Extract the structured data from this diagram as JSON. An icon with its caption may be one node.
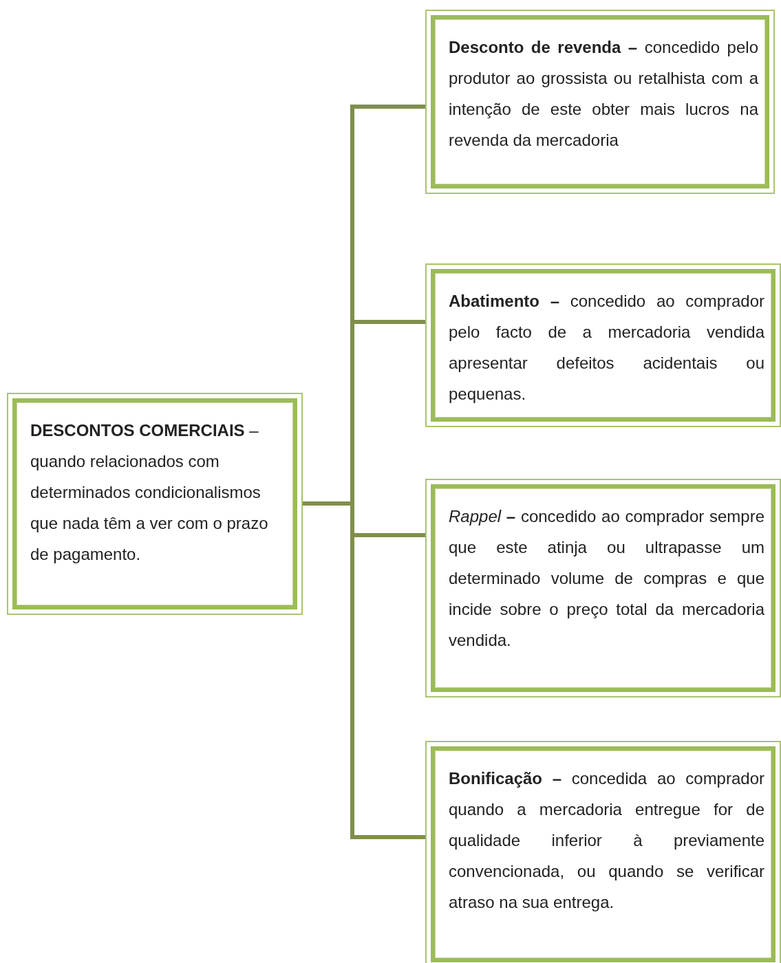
{
  "diagram": {
    "nodes": [
      {
        "text": [
          "**DESCONTOS COMERCIAIS** – quando relacionados com determinados condicionalismos que nada têm a ver com o prazo de pagamento."
        ]
      },
      {
        "text": [
          "**Desconto de revenda –** concedido pelo produtor ao grossista ou retalhista com a intenção de este obter mais lucros na revenda da mercadoria"
        ]
      },
      {
        "text": [
          "**Abatimento –** concedido ao comprador pelo facto de a mercadoria vendida apresentar defeitos acidentais ou pequenas."
        ]
      },
      {
        "text": [
          "*Rappel* **–** concedido ao comprador sempre que este atinja ou ultrapasse um determinado volume de compras e que incide sobre o preço total da mercadoria vendida."
        ]
      },
      {
        "text": [
          "**Bonificação –** concedida ao comprador quando a mercadoria entregue for de qualidade inferior à previamente convencionada, ou quando se verificar atraso na sua entrega."
        ]
      }
    ],
    "edges": [
      {
        "from": 0,
        "to": 1,
        "arrow": "none"
      },
      {
        "from": 0,
        "to": 2,
        "arrow": "none"
      },
      {
        "from": 0,
        "to": 3,
        "arrow": "none"
      },
      {
        "from": 0,
        "to": 4,
        "arrow": "none"
      }
    ]
  }
}
